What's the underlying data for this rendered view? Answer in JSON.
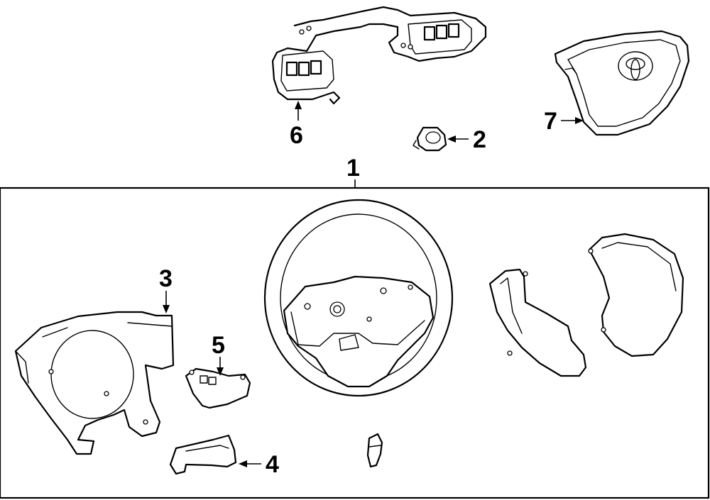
{
  "diagram": {
    "callouts": [
      {
        "id": "1",
        "label": "1"
      },
      {
        "id": "2",
        "label": "2"
      },
      {
        "id": "3",
        "label": "3"
      },
      {
        "id": "4",
        "label": "4"
      },
      {
        "id": "5",
        "label": "5"
      },
      {
        "id": "6",
        "label": "6"
      },
      {
        "id": "7",
        "label": "7"
      }
    ]
  },
  "colors": {
    "line": "#000000",
    "background": "#ffffff"
  },
  "icons": {
    "emblem": "toyota-emblem-icon"
  }
}
